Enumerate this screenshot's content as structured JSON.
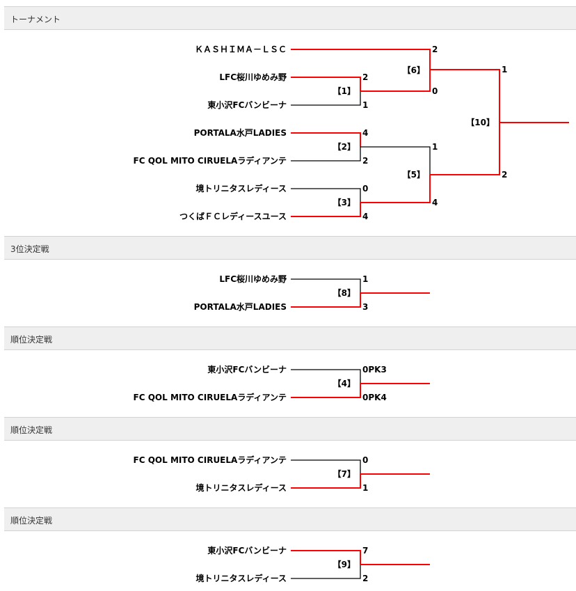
{
  "sections": [
    {
      "title": "トーナメント"
    },
    {
      "title": "3位決定戦"
    },
    {
      "title": "順位決定戦"
    },
    {
      "title": "順位決定戦"
    },
    {
      "title": "順位決定戦"
    }
  ],
  "tournament": {
    "teams": [
      "ＫＡＳＨＩＭＡ－ＬＳＣ",
      "LFC桜川ゆめみ野",
      "東小沢FCバンビーナ",
      "PORTALA水戸LADIES",
      "FC QOL MITO CIRUELAラディアンテ",
      "境トリニタスレディース",
      "つくばＦＣレディースユース"
    ],
    "match1": {
      "label": "【1】",
      "score_top": "2",
      "score_bottom": "1"
    },
    "match2": {
      "label": "【2】",
      "score_top": "4",
      "score_bottom": "2"
    },
    "match3": {
      "label": "【3】",
      "score_top": "0",
      "score_bottom": "4"
    },
    "match5": {
      "label": "【5】",
      "score_top": "1",
      "score_bottom": "4"
    },
    "match6": {
      "label": "【6】",
      "score_top": "2",
      "score_bottom": "0"
    },
    "match10": {
      "label": "【10】",
      "score_top": "1",
      "score_bottom": "2"
    }
  },
  "third_place": {
    "team_top": "LFC桜川ゆめみ野",
    "team_bottom": "PORTALA水戸LADIES",
    "label": "【8】",
    "score_top": "1",
    "score_bottom": "3"
  },
  "placement1": {
    "team_top": "東小沢FCバンビーナ",
    "team_bottom": "FC QOL MITO CIRUELAラディアンテ",
    "label": "【4】",
    "score_top": "0PK3",
    "score_bottom": "0PK4"
  },
  "placement2": {
    "team_top": "FC QOL MITO CIRUELAラディアンテ",
    "team_bottom": "境トリニタスレディース",
    "label": "【7】",
    "score_top": "0",
    "score_bottom": "1"
  },
  "placement3": {
    "team_top": "東小沢FCバンビーナ",
    "team_bottom": "境トリニタスレディース",
    "label": "【9】",
    "score_top": "7",
    "score_bottom": "2"
  },
  "colors": {
    "win": "#ff0000",
    "lose": "#000000"
  }
}
